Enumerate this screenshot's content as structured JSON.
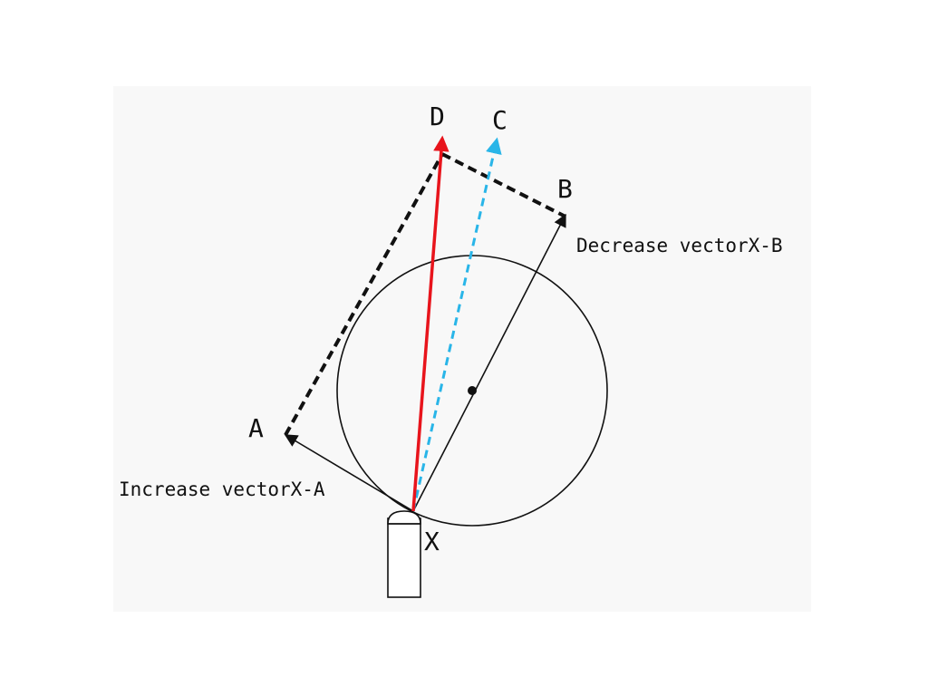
{
  "labels": {
    "point_d": "D",
    "point_c": "C",
    "point_b": "B",
    "point_a": "A",
    "point_x": "X",
    "decrease_vector": "Decrease vectorX-B",
    "increase_vector": "Increase vectorX-A"
  },
  "colors": {
    "resultant_vector": "#e8141c",
    "dashed_vector": "#29b5e8",
    "line": "#111111",
    "background_panel": "#f6f6f6"
  }
}
